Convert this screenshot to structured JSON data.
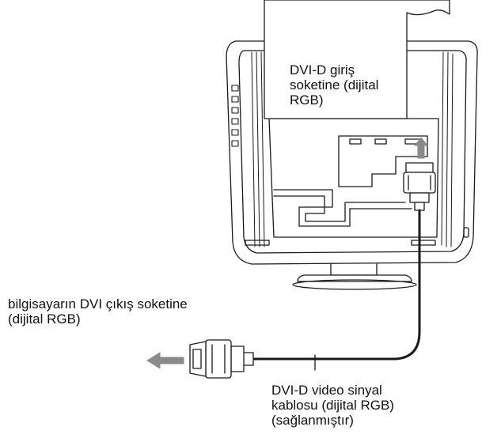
{
  "labels": {
    "dvi_input": [
      "DVI-D giriş",
      "soketine (dijital",
      "RGB)"
    ],
    "computer_output": [
      "bilgisayarın DVI çıkış soketine",
      "(dijital RGB)"
    ],
    "cable": [
      "DVI-D video sinyal",
      "kablosu (dijital RGB)",
      "(sağlanmıştır)"
    ]
  },
  "colors": {
    "line": "#1a1a1a",
    "arrow": "#8a8a8a",
    "panel": "#ffffff"
  }
}
